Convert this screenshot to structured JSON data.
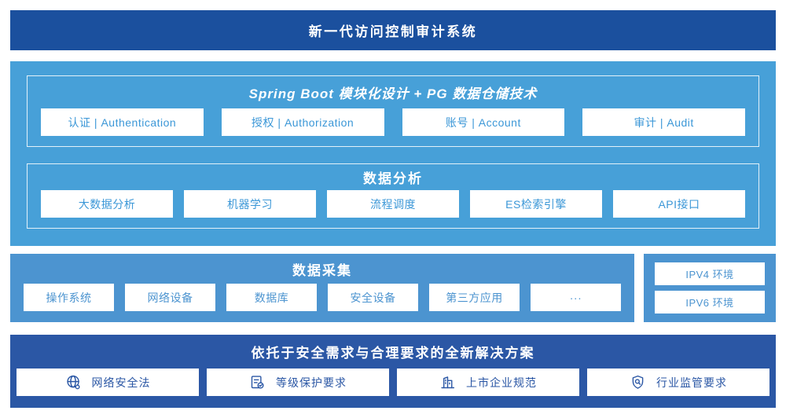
{
  "colors": {
    "banner_bg": "#1b509e",
    "platform_bg": "#47a0d8",
    "collect_bg": "#4c94d0",
    "solution_bg": "#2b57a5",
    "module_text": "#3b97d7",
    "white": "#ffffff"
  },
  "banner": {
    "title": "新一代访问控制审计系统"
  },
  "platform": {
    "spring_boot": {
      "title": "Spring Boot 模块化设计 + PG 数据仓储技术",
      "modules": [
        {
          "label": "认证 | Authentication"
        },
        {
          "label": "授权 | Authorization"
        },
        {
          "label": "账号 | Account"
        },
        {
          "label": "审计 | Audit"
        }
      ]
    },
    "data_analysis": {
      "title": "数据分析",
      "modules": [
        {
          "label": "大数据分析"
        },
        {
          "label": "机器学习"
        },
        {
          "label": "流程调度"
        },
        {
          "label": "ES检索引擎"
        },
        {
          "label": "API接口"
        }
      ]
    }
  },
  "data_collection": {
    "title": "数据采集",
    "sources": [
      {
        "label": "操作系统"
      },
      {
        "label": "网络设备"
      },
      {
        "label": "数据库"
      },
      {
        "label": "安全设备"
      },
      {
        "label": "第三方应用"
      },
      {
        "label": "···"
      }
    ]
  },
  "environments": {
    "items": [
      {
        "label": "IPV4 环境"
      },
      {
        "label": "IPV6 环境"
      }
    ]
  },
  "solution": {
    "title": "依托于安全需求与合理要求的全新解决方案",
    "items": [
      {
        "icon": "globe-icon",
        "label": "网络安全法"
      },
      {
        "icon": "document-check-icon",
        "label": "等级保护要求"
      },
      {
        "icon": "building-icon",
        "label": "上市企业规范"
      },
      {
        "icon": "shield-search-icon",
        "label": "行业监管要求"
      }
    ]
  }
}
